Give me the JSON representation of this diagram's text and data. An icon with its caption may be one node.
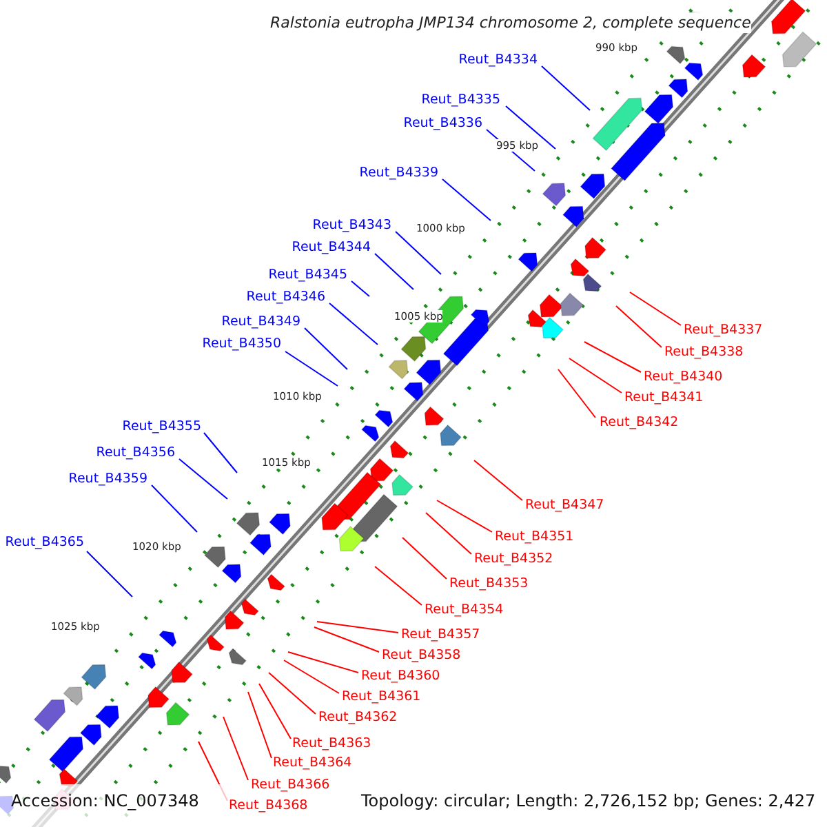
{
  "diagram": {
    "title": "Ralstonia eutropha JMP134 chromosome 2, complete sequence",
    "nodes": [
      {
        "text": [
          "Reut_B4334"
        ]
      },
      {
        "text": [
          "Reut_B4335"
        ]
      },
      {
        "text": [
          "Reut_B4336"
        ]
      },
      {
        "text": [
          "Reut_B4339"
        ]
      },
      {
        "text": [
          "Reut_B4343"
        ]
      },
      {
        "text": [
          "Reut_B4344"
        ]
      },
      {
        "text": [
          "Reut_B4345"
        ]
      },
      {
        "text": [
          "Reut_B4346"
        ]
      },
      {
        "text": [
          "Reut_B4349"
        ]
      },
      {
        "text": [
          "Reut_B4350"
        ]
      },
      {
        "text": [
          "Reut_B4355"
        ]
      },
      {
        "text": [
          "Reut_B4356"
        ]
      },
      {
        "text": [
          "Reut_B4359"
        ]
      },
      {
        "text": [
          "Reut_B4365"
        ]
      },
      {
        "text": [
          "Reut_B4337"
        ]
      },
      {
        "text": [
          "Reut_B4338"
        ]
      },
      {
        "text": [
          "Reut_B4340"
        ]
      },
      {
        "text": [
          "Reut_B4341"
        ]
      },
      {
        "text": [
          "Reut_B4342"
        ]
      },
      {
        "text": [
          "Reut_B4347"
        ]
      },
      {
        "text": [
          "Reut_B4351"
        ]
      },
      {
        "text": [
          "Reut_B4352"
        ]
      },
      {
        "text": [
          "Reut_B4353"
        ]
      },
      {
        "text": [
          "Reut_B4354"
        ]
      },
      {
        "text": [
          "Reut_B4357"
        ]
      },
      {
        "text": [
          "Reut_B4358"
        ]
      },
      {
        "text": [
          "Reut_B4360"
        ]
      },
      {
        "text": [
          "Reut_B4361"
        ]
      },
      {
        "text": [
          "Reut_B4362"
        ]
      },
      {
        "text": [
          "Reut_B4363"
        ]
      },
      {
        "text": [
          "Reut_B4364"
        ]
      },
      {
        "text": [
          "Reut_B4366"
        ]
      },
      {
        "text": [
          "Reut_B4368"
        ]
      }
    ],
    "edges": [
      {
        "from": 0,
        "to": null,
        "arrow": "none",
        "color": "#0000ff"
      },
      {
        "from": 1,
        "to": null,
        "arrow": "none",
        "color": "#0000ff"
      },
      {
        "from": 2,
        "to": null,
        "arrow": "none",
        "color": "#0000ff"
      },
      {
        "from": 3,
        "to": null,
        "arrow": "none",
        "color": "#0000ff"
      },
      {
        "from": 4,
        "to": null,
        "arrow": "none",
        "color": "#0000ff"
      },
      {
        "from": 5,
        "to": null,
        "arrow": "none",
        "color": "#0000ff"
      },
      {
        "from": 6,
        "to": null,
        "arrow": "none",
        "color": "#0000ff"
      },
      {
        "from": 7,
        "to": null,
        "arrow": "none",
        "color": "#0000ff"
      },
      {
        "from": 8,
        "to": null,
        "arrow": "none",
        "color": "#0000ff"
      },
      {
        "from": 9,
        "to": null,
        "arrow": "none",
        "color": "#0000ff"
      },
      {
        "from": 10,
        "to": null,
        "arrow": "none",
        "color": "#0000ff"
      },
      {
        "from": 11,
        "to": null,
        "arrow": "none",
        "color": "#0000ff"
      },
      {
        "from": 12,
        "to": null,
        "arrow": "none",
        "color": "#0000ff"
      },
      {
        "from": 13,
        "to": null,
        "arrow": "none",
        "color": "#0000ff"
      },
      {
        "from": 14,
        "to": null,
        "arrow": "none"
      },
      {
        "from": 15,
        "to": null,
        "arrow": "none"
      },
      {
        "from": 16,
        "to": null,
        "arrow": "none"
      },
      {
        "from": 17,
        "to": null,
        "arrow": "none"
      },
      {
        "from": 18,
        "to": null,
        "arrow": "none"
      },
      {
        "from": 19,
        "to": null,
        "arrow": "none"
      },
      {
        "from": 20,
        "to": null,
        "arrow": "none"
      },
      {
        "from": 21,
        "to": null,
        "arrow": "none"
      },
      {
        "from": 22,
        "to": null,
        "arrow": "none"
      },
      {
        "from": 23,
        "to": null,
        "arrow": "none"
      },
      {
        "from": 24,
        "to": null,
        "arrow": "none"
      },
      {
        "from": 25,
        "to": null,
        "arrow": "none"
      },
      {
        "from": 26,
        "to": null,
        "arrow": "none"
      },
      {
        "from": 27,
        "to": null,
        "arrow": "none"
      },
      {
        "from": 28,
        "to": null,
        "arrow": "none"
      },
      {
        "from": 29,
        "to": null,
        "arrow": "none"
      },
      {
        "from": 30,
        "to": null,
        "arrow": "none"
      },
      {
        "from": 31,
        "to": null,
        "arrow": "none"
      },
      {
        "from": 32,
        "to": null,
        "arrow": "none"
      }
    ],
    "labels": [
      "990 kbp",
      "995 kbp",
      "1000 kbp",
      "1005 kbp",
      "1010 kbp",
      "1015 kbp",
      "1020 kbp",
      "1025 kbp",
      "Accession: NC_007348",
      "Topology: circular; Length: 2,726,152 bp; Genes: 2,427"
    ]
  }
}
